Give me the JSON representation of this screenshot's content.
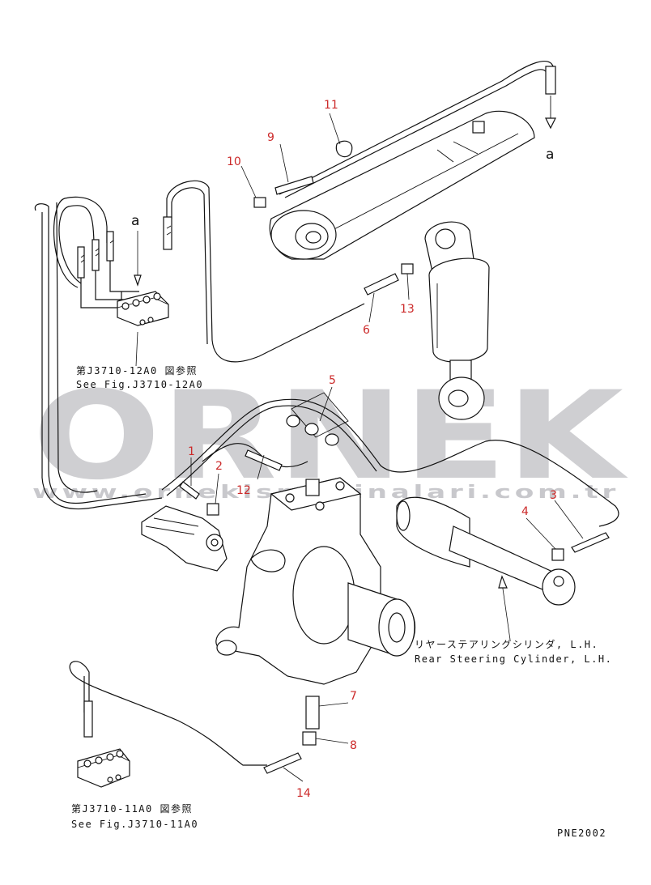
{
  "parts": [
    {
      "label": "1"
    },
    {
      "label": "2"
    },
    {
      "label": "3"
    },
    {
      "label": "4"
    },
    {
      "label": "5"
    },
    {
      "label": "6"
    },
    {
      "label": "7"
    },
    {
      "label": "8"
    },
    {
      "label": "9"
    },
    {
      "label": "10"
    },
    {
      "label": "11"
    },
    {
      "label": "12"
    },
    {
      "label": "13"
    },
    {
      "label": "14"
    }
  ],
  "refs": {
    "upper_jp": "第J3710-12A0 図参照",
    "upper_en": "See Fig.J3710-12A0",
    "lower_jp": "第J3710-11A0 図参照",
    "lower_en": "See Fig.J3710-11A0"
  },
  "marker_a": "a",
  "cylinder_caption": {
    "jp": "リヤーステアリングシリンダ, L.H.",
    "en": "Rear Steering Cylinder, L.H."
  },
  "drawing_code": "PNE2002",
  "watermark": {
    "brand": "ORNEK",
    "url": "www.ornekismakinalari.com.tr",
    "color": "#cfcfd2"
  },
  "label_color": "#cc2a2a"
}
